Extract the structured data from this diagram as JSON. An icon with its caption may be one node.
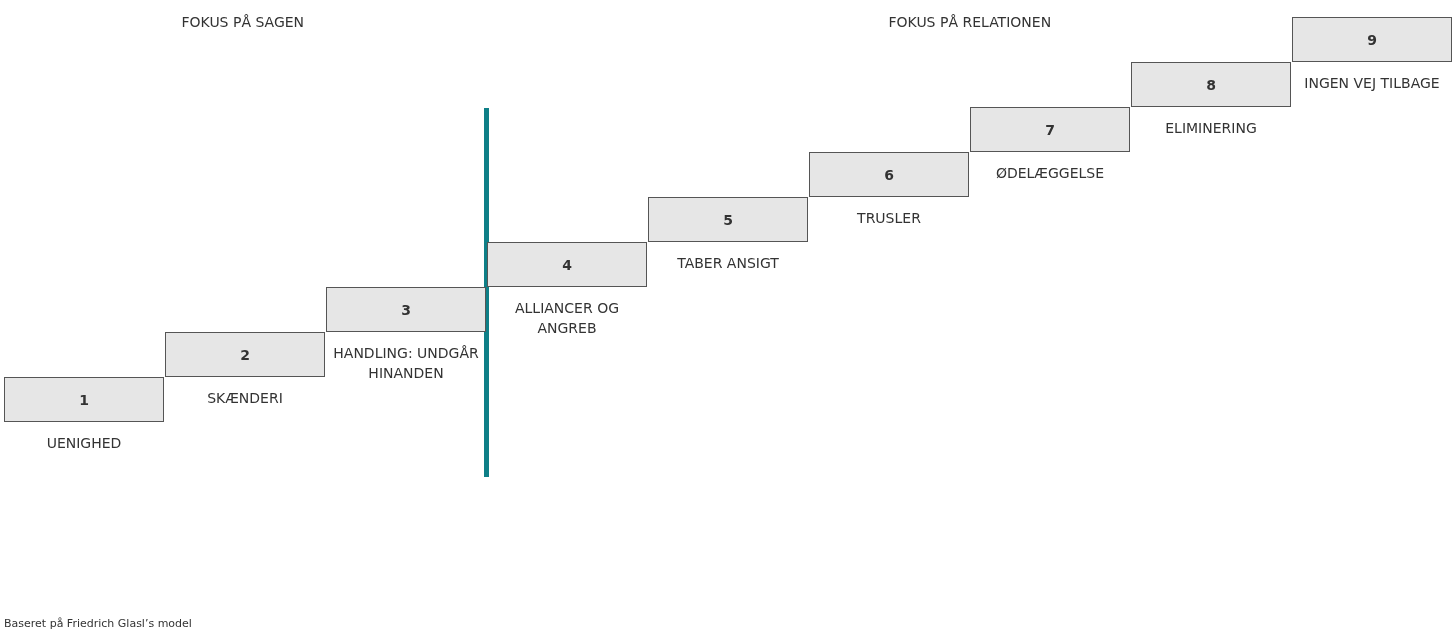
{
  "diagram": {
    "nodes": [
      {
        "text": [
          "1"
        ],
        "beside": [
          "UENIGHED"
        ]
      },
      {
        "text": [
          "2"
        ],
        "beside": [
          "SKÆNDERI"
        ]
      },
      {
        "text": [
          "3"
        ],
        "beside": [
          "HANDLING: UNDGÅR HINANDEN"
        ]
      },
      {
        "text": [
          "4"
        ],
        "beside": [
          "ALLIANCER OG ANGREB"
        ]
      },
      {
        "text": [
          "5"
        ],
        "beside": [
          "TABER ANSIGT"
        ]
      },
      {
        "text": [
          "6"
        ],
        "beside": [
          "TRUSLER"
        ]
      },
      {
        "text": [
          "7"
        ],
        "beside": [
          "ØDELÆGGELSE"
        ]
      },
      {
        "text": [
          "8"
        ],
        "beside": [
          "ELIMINERING"
        ]
      },
      {
        "text": [
          "9"
        ],
        "beside": [
          "INGEN VEJ TILBAGE"
        ]
      }
    ],
    "edges": [],
    "labels": [
      "FOKUS PÅ SAGEN",
      "FOKUS PÅ RELATIONEN",
      "Baseret på Friedrich Glasl’s model"
    ]
  }
}
